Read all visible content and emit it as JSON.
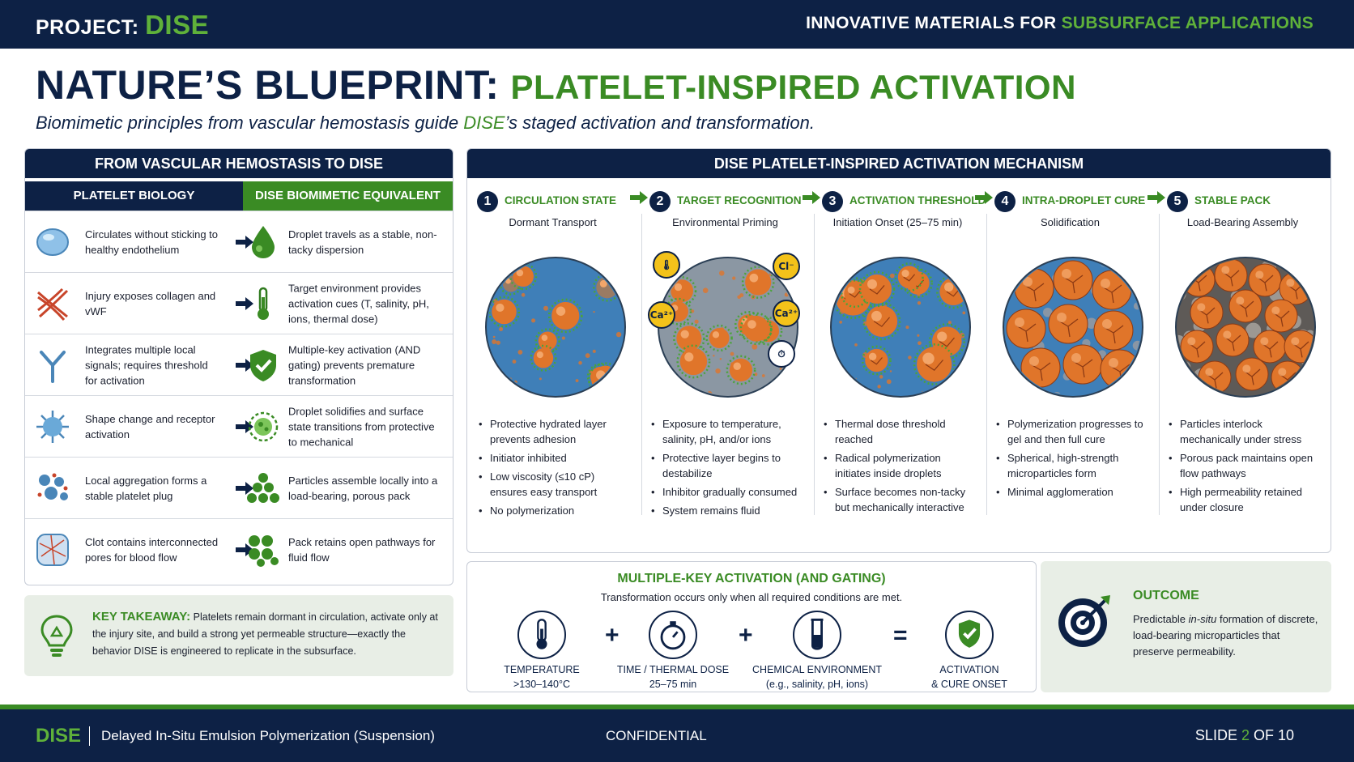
{
  "header": {
    "project_label": "PROJECT:",
    "project_name": "DISE",
    "tagline_a": "INNOVATIVE MATERIALS FOR",
    "tagline_b": "SUBSURFACE APPLICATIONS"
  },
  "title": {
    "part1": "NATURE’S BLUEPRINT:",
    "part2": "PLATELET-INSPIRED ACTIVATION",
    "subtitle_a": "Biomimetic principles from vascular hemostasis guide ",
    "subtitle_b": "DISE",
    "subtitle_c": "’s staged activation and transformation."
  },
  "comparison": {
    "heading": "FROM VASCULAR HEMOSTASIS TO DISE",
    "col1": "PLATELET BIOLOGY",
    "col2": "DISE BIOMIMETIC EQUIVALENT",
    "rows": [
      {
        "bio": "Circulates without sticking to healthy endothelium",
        "dise": "Droplet travels as a stable, non-tacky dispersion",
        "bio_icon": "platelet-disc-icon",
        "dise_icon": "droplet-icon"
      },
      {
        "bio": "Injury exposes collagen and vWF",
        "dise": "Target environment provides activation cues (T, salinity, pH, ions, thermal dose)",
        "bio_icon": "collagen-fibers-icon",
        "dise_icon": "thermometer-icon"
      },
      {
        "bio": "Integrates multiple local signals; requires threshold for activation",
        "dise": "Multiple-key activation (AND gating) prevents premature transformation",
        "bio_icon": "receptor-icon",
        "dise_icon": "shield-check-icon"
      },
      {
        "bio": "Shape change and receptor activation",
        "dise": "Droplet solidifies and surface state transitions from protective to mechanical",
        "bio_icon": "activated-platelet-icon",
        "dise_icon": "solidifying-droplet-icon"
      },
      {
        "bio": "Local aggregation forms a stable platelet plug",
        "dise": "Particles assemble locally into a load-bearing, porous pack",
        "bio_icon": "aggregation-icon",
        "dise_icon": "particle-pile-icon"
      },
      {
        "bio": "Clot contains interconnected pores for blood flow",
        "dise": "Pack retains open pathways for fluid flow",
        "bio_icon": "clot-icon",
        "dise_icon": "porous-pack-icon"
      }
    ]
  },
  "takeaway": {
    "label": "KEY TAKEAWAY:",
    "text": "Platelets remain dormant in circulation, activate only at the injury site, and build a strong yet permeable structure—exactly the behavior DISE is engineered to replicate in the subsurface."
  },
  "mechanism": {
    "heading": "DISE PLATELET-INSPIRED ACTIVATION MECHANISM",
    "stages": [
      {
        "num": "1",
        "name": "CIRCULATION STATE",
        "sub": "Dormant Transport",
        "bullets": [
          "Protective hydrated layer prevents adhesion",
          "Initiator inhibited",
          "Low viscosity (≤10 cP) ensures easy transport",
          "No polymerization"
        ]
      },
      {
        "num": "2",
        "name": "TARGET RECOGNITION",
        "sub": "Environmental Priming",
        "bullets": [
          "Exposure to temperature, salinity, pH, and/or ions",
          "Protective layer begins to destabilize",
          "Inhibitor gradually consumed",
          "System remains fluid"
        ]
      },
      {
        "num": "3",
        "name": "ACTIVATION THRESHOLD",
        "sub": "Initiation Onset (25–75 min)",
        "bullets": [
          "Thermal dose threshold reached",
          "Radical polymerization initiates inside droplets",
          "Surface becomes non-tacky but mechanically interactive"
        ]
      },
      {
        "num": "4",
        "name": "INTRA-DROPLET CURE",
        "sub": "Solidification",
        "bullets": [
          "Polymerization progresses to gel and then full cure",
          "Spherical, high-strength microparticles form",
          "Minimal agglomeration"
        ]
      },
      {
        "num": "5",
        "name": "STABLE PACK",
        "sub": "Load-Bearing Assembly",
        "bullets": [
          "Particles interlock mechanically under stress",
          "Porous pack maintains open flow pathways",
          "High permeability retained under closure"
        ]
      }
    ],
    "ion_labels": {
      "cl": "Cl⁻",
      "ca": "Ca²⁺"
    }
  },
  "gating": {
    "title": "MULTIPLE-KEY ACTIVATION (AND GATING)",
    "subtitle": "Transformation occurs only when all required conditions are met.",
    "items": [
      {
        "label1": "TEMPERATURE",
        "label2": ">130–140°C",
        "icon": "thermometer-icon"
      },
      {
        "label1": "TIME / THERMAL DOSE",
        "label2": "25–75 min",
        "icon": "stopwatch-icon"
      },
      {
        "label1": "CHEMICAL ENVIRONMENT",
        "label2": "(e.g., salinity, pH, ions)",
        "icon": "test-tube-icon"
      },
      {
        "label1": "ACTIVATION",
        "label2": "& CURE ONSET",
        "icon": "shield-check-icon"
      }
    ],
    "op_plus": "+",
    "op_equals": "="
  },
  "outcome": {
    "title": "OUTCOME",
    "text_a": "Predictable ",
    "text_em": "in-situ",
    "text_b": " formation of discrete, load-bearing microparticles that preserve permeability."
  },
  "footer": {
    "brand": "DISE",
    "description": "Delayed In-Situ Emulsion Polymerization (Suspension)",
    "confidential": "CONFIDENTIAL",
    "slide_a": "SLIDE ",
    "slide_num": "2",
    "slide_b": " OF 10"
  },
  "colors": {
    "navy": "#0d2145",
    "green": "#3a8b24",
    "light_green": "#5fb13a",
    "orange": "#e0752a",
    "blue_fluid": "#3f7fb8"
  }
}
